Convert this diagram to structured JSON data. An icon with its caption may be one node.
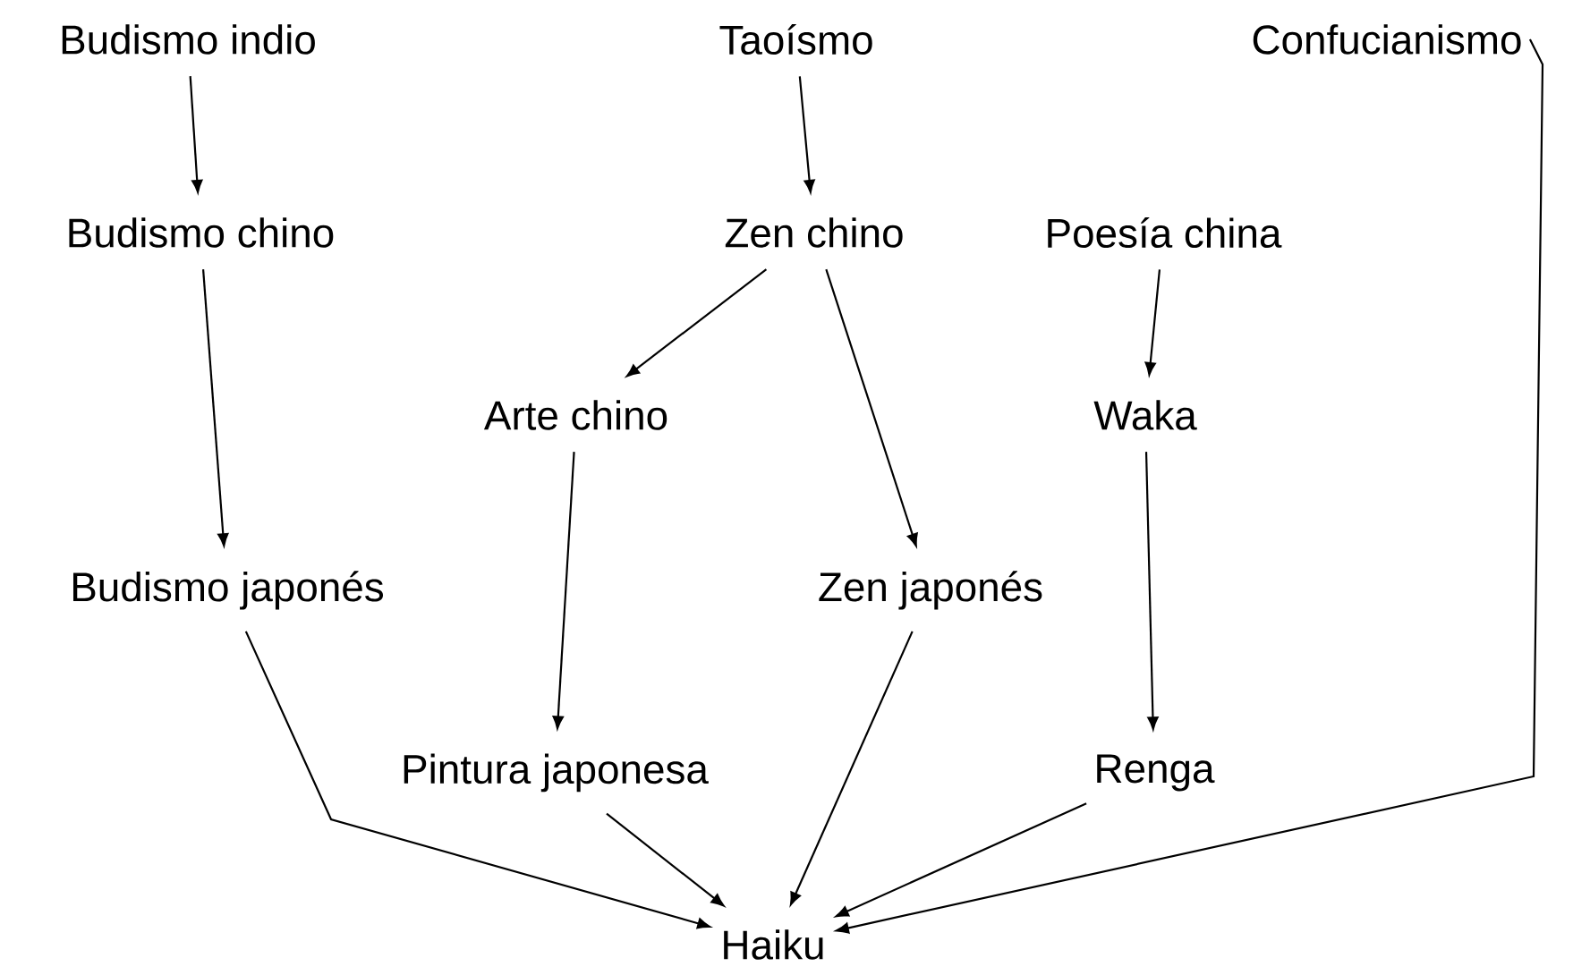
{
  "diagram": {
    "nodes": [
      {
        "text": [
          "Budismo indio"
        ]
      },
      {
        "text": [
          "Taoísmo"
        ]
      },
      {
        "text": [
          "Confucianismo"
        ]
      },
      {
        "text": [
          "Budismo chino"
        ]
      },
      {
        "text": [
          "Zen chino"
        ]
      },
      {
        "text": [
          "Poesía china"
        ]
      },
      {
        "text": [
          "Arte chino"
        ]
      },
      {
        "text": [
          "Waka"
        ]
      },
      {
        "text": [
          "Budismo japonés"
        ]
      },
      {
        "text": [
          "Zen japonés"
        ]
      },
      {
        "text": [
          "Pintura japonesa"
        ]
      },
      {
        "text": [
          "Renga"
        ]
      },
      {
        "text": [
          "Haiku"
        ]
      }
    ],
    "edges": [
      {
        "from": 0,
        "to": 3,
        "arrow": "to"
      },
      {
        "from": 1,
        "to": 4,
        "arrow": "to"
      },
      {
        "from": 4,
        "to": 6,
        "arrow": "to"
      },
      {
        "from": 4,
        "to": 9,
        "arrow": "to"
      },
      {
        "from": 3,
        "to": 8,
        "arrow": "to"
      },
      {
        "from": 5,
        "to": 7,
        "arrow": "to"
      },
      {
        "from": 7,
        "to": 11,
        "arrow": "to"
      },
      {
        "from": 6,
        "to": 10,
        "arrow": "to"
      },
      {
        "from": 8,
        "to": 12,
        "arrow": "to"
      },
      {
        "from": 10,
        "to": 12,
        "arrow": "to"
      },
      {
        "from": 9,
        "to": 12,
        "arrow": "to"
      },
      {
        "from": 11,
        "to": 12,
        "arrow": "to"
      },
      {
        "from": 2,
        "to": 12,
        "arrow": "to"
      }
    ]
  }
}
